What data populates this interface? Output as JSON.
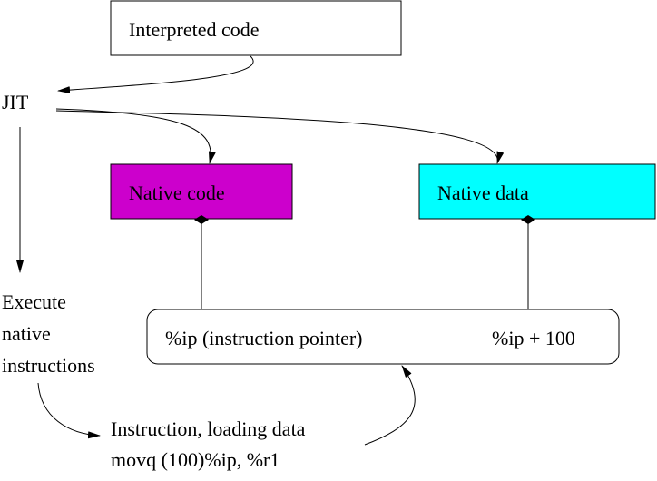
{
  "boxes": {
    "interpreted": {
      "label": "Interpreted code",
      "fill": "#ffffff"
    },
    "native_code": {
      "label": "Native code",
      "fill": "#cc00cc"
    },
    "native_data": {
      "label": "Native data",
      "fill": "#00ffff"
    },
    "ip_register": {
      "label_left": "%ip (instruction pointer)",
      "label_right": "%ip + 100",
      "fill": "#ffffff"
    }
  },
  "labels": {
    "jit": "JIT",
    "execute": [
      "Execute",
      "native",
      "instructions"
    ],
    "instruction": [
      "Instruction, loading data",
      "movq (100)%ip, %r1"
    ]
  },
  "colors": {
    "stroke": "#000000",
    "native_code": "#cc00cc",
    "native_data": "#00ffff"
  }
}
